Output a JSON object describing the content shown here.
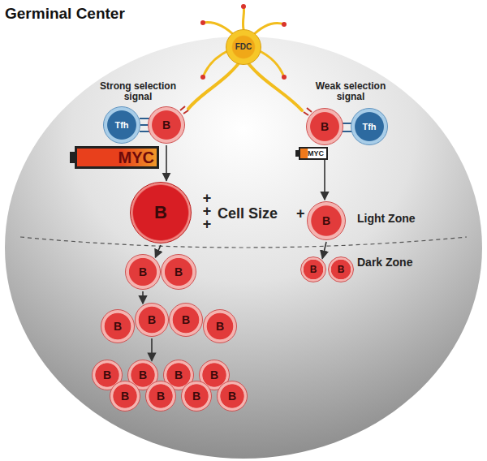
{
  "diagram": {
    "title": "Germinal Center",
    "nodes": [
      {
        "text": [
          "FDC"
        ]
      },
      {
        "text": [
          "Tfh"
        ]
      },
      {
        "text": [
          "B"
        ]
      },
      {
        "text": [
          "B"
        ]
      },
      {
        "text": [
          "Tfh"
        ]
      },
      {
        "text": [
          "MYC"
        ]
      },
      {
        "text": [
          "MYC"
        ]
      },
      {
        "text": [
          "B"
        ]
      },
      {
        "text": [
          "B"
        ]
      },
      {
        "text": [
          "B"
        ]
      },
      {
        "text": [
          "B"
        ]
      },
      {
        "text": [
          "B"
        ]
      },
      {
        "text": [
          "B"
        ]
      },
      {
        "text": [
          "B"
        ]
      },
      {
        "text": [
          "B"
        ]
      },
      {
        "text": [
          "B"
        ]
      },
      {
        "text": [
          "B"
        ]
      },
      {
        "text": [
          "B"
        ]
      },
      {
        "text": [
          "B"
        ]
      },
      {
        "text": [
          "B"
        ]
      },
      {
        "text": [
          "B"
        ]
      },
      {
        "text": [
          "B"
        ]
      },
      {
        "text": [
          "B"
        ]
      },
      {
        "text": [
          "B"
        ]
      },
      {
        "text": [
          "B"
        ]
      }
    ],
    "edges": [
      {
        "from": 2,
        "to": 7,
        "arrow": "to"
      },
      {
        "from": 3,
        "to": 8,
        "arrow": "to"
      },
      {
        "from": 7,
        "to": 9,
        "arrow": "to"
      },
      {
        "from": 8,
        "to": 11,
        "arrow": "to"
      },
      {
        "from": 9,
        "to": 14,
        "arrow": "to"
      },
      {
        "from": 14,
        "to": 18,
        "arrow": "to"
      }
    ],
    "labels": [
      "Strong selection signal",
      "Weak selection signal",
      "+++",
      "Cell Size",
      "+",
      "Light Zone",
      "Dark Zone"
    ]
  }
}
